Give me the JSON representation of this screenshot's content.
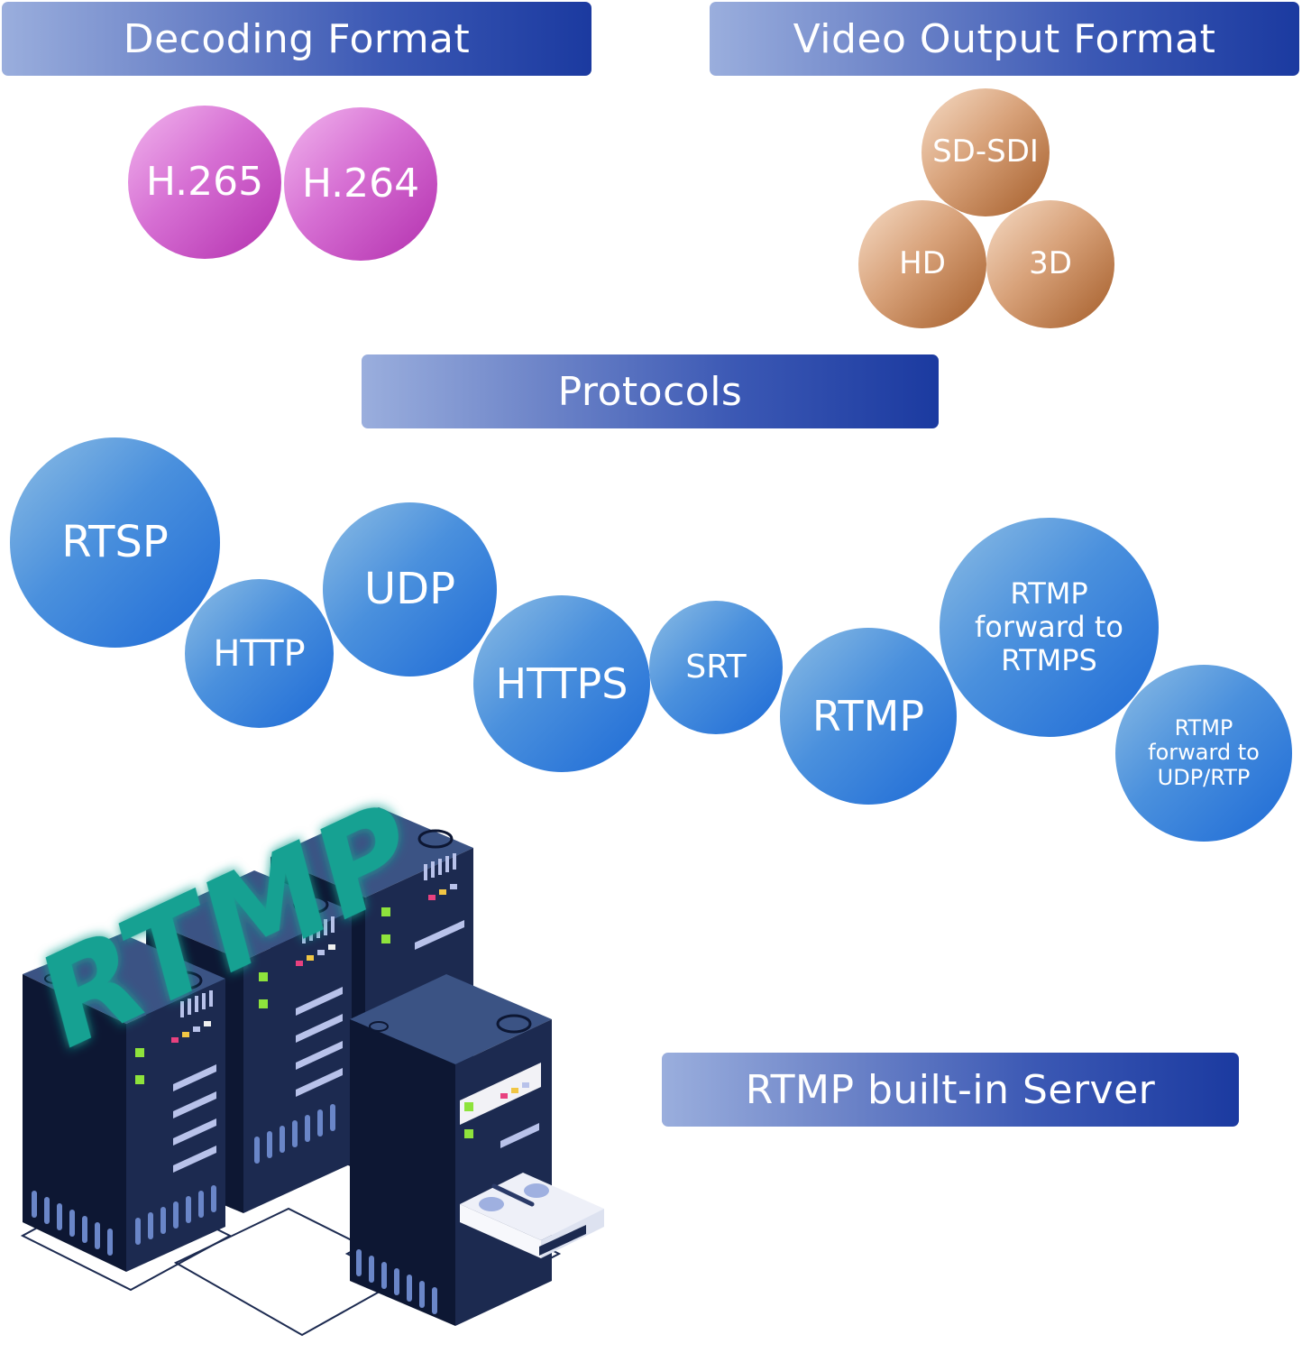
{
  "banners": {
    "decoding": "Decoding Format",
    "video_output": "Video Output Format",
    "protocols": "Protocols",
    "server": "RTMP built-in Server"
  },
  "decoding_formats": [
    "H.265",
    "H.264"
  ],
  "video_output_formats": [
    "SD-SDI",
    "HD",
    "3D"
  ],
  "protocols": [
    "RTSP",
    "HTTP",
    "UDP",
    "HTTPS",
    "SRT",
    "RTMP",
    "RTMP forward to RTMPS",
    "RTMP forward to UDP/RTP"
  ],
  "illustration": {
    "label": "RTMP",
    "subject": "server-racks"
  },
  "colors": {
    "banner_start": "#9aaedd",
    "banner_end": "#1b3aa0",
    "decoding_bubble": "#c94cc6",
    "output_bubble": "#c48455",
    "protocol_bubble": "#3f87dc",
    "rtmp_label": "#17a192",
    "rack": "#1c2a50"
  }
}
